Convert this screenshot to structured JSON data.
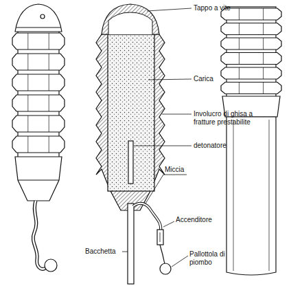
{
  "diagram": {
    "labels": [
      "Tappo a vite",
      "Carica",
      "Involucro di ghisa a fratture prestabilite",
      "detonatore",
      "Miccia",
      "Accenditore",
      "Bacchetta",
      "Pallottola di piombo"
    ]
  }
}
